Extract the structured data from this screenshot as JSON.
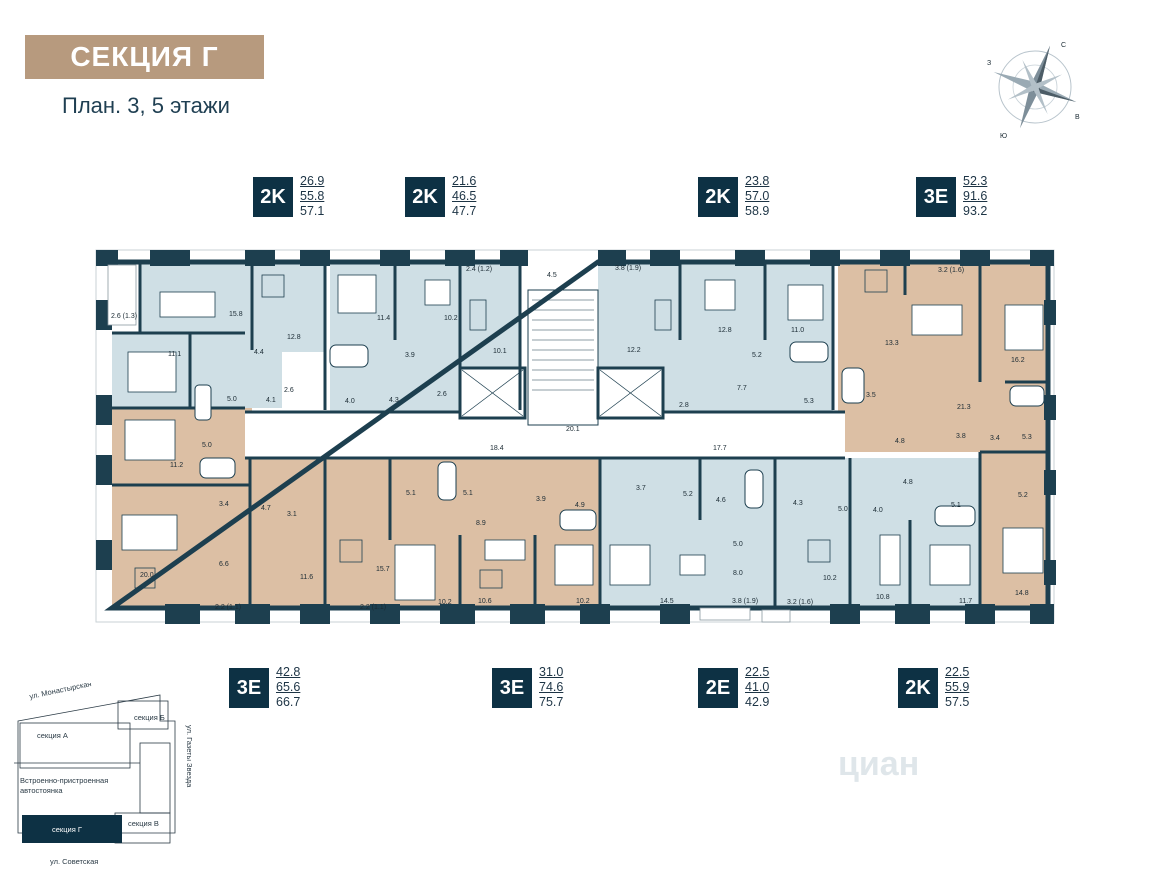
{
  "header": {
    "section_title": "СЕКЦИЯ Г",
    "plan_title": "План. 3, 5 этажи"
  },
  "apartments_top": [
    {
      "type": "2K",
      "living": "26.9",
      "total": "55.8",
      "full": "57.1"
    },
    {
      "type": "2K",
      "living": "21.6",
      "total": "46.5",
      "full": "47.7"
    },
    {
      "type": "2K",
      "living": "23.8",
      "total": "57.0",
      "full": "58.9"
    },
    {
      "type": "3E",
      "living": "52.3",
      "total": "91.6",
      "full": "93.2"
    }
  ],
  "apartments_bottom": [
    {
      "type": "3E",
      "living": "42.8",
      "total": "65.6",
      "full": "66.7"
    },
    {
      "type": "3E",
      "living": "31.0",
      "total": "74.6",
      "full": "75.7"
    },
    {
      "type": "2E",
      "living": "22.5",
      "total": "41.0",
      "full": "42.9"
    },
    {
      "type": "2K",
      "living": "22.5",
      "total": "55.9",
      "full": "57.5"
    }
  ],
  "compass": {
    "n": "С",
    "s": "Ю",
    "w": "З",
    "e": "В"
  },
  "keymap": {
    "street_top": "ул. Монастырская",
    "street_right": "ул. Газеты Звезда",
    "street_bottom": "ул. Советская",
    "section_a": "секция А",
    "section_b": "секция Б",
    "section_v": "секция В",
    "section_g": "секция Г",
    "parking_line1": "Встроенно-пристроенная",
    "parking_line2": "автостоянка"
  },
  "watermark": "циан",
  "room_labels": {
    "r1": "2.6 (1.3)",
    "r2": "15.8",
    "r3": "12.8",
    "r4": "11.4",
    "r5": "10.2",
    "r6": "2.4 (1.2)",
    "r7": "4.5",
    "r8": "3.8 (1.9)",
    "r9": "12.2",
    "r10": "12.8",
    "r11": "11.0",
    "r12": "3.2 (1.6)",
    "r13": "13.3",
    "r14": "16.2",
    "r15": "11.1",
    "r16": "5.0",
    "r17": "4.4",
    "r18": "4.1",
    "r19": "2.6",
    "r20": "3.9",
    "r21": "4.0",
    "r22": "4.3",
    "r23": "2.6",
    "r24": "10.1",
    "r25": "5.2",
    "r26": "7.7",
    "r27": "5.3",
    "r28": "3.5",
    "r29": "2.8",
    "r30": "21.3",
    "r31": "11.2",
    "r32": "5.0",
    "r33": "18.4",
    "r34": "20.1",
    "r35": "17.7",
    "r36": "4.8",
    "r37": "3.8",
    "r38": "3.4",
    "r39": "5.3",
    "r40": "3.4",
    "r41": "4.7",
    "r42": "3.1",
    "r43": "5.1",
    "r44": "5.1",
    "r45": "3.9",
    "r46": "8.9",
    "r47": "4.9",
    "r48": "3.7",
    "r49": "5.2",
    "r50": "4.6",
    "r51": "4.3",
    "r52": "4.8",
    "r53": "5.0",
    "r54": "4.0",
    "r55": "5.1",
    "r56": "5.2",
    "r57": "20.0",
    "r58": "6.6",
    "r59": "11.6",
    "r60": "15.7",
    "r61": "10.2",
    "r62": "10.6",
    "r63": "10.2",
    "r64": "14.5",
    "r65": "5.0",
    "r66": "8.0",
    "r67": "10.2",
    "r68": "10.8",
    "r69": "11.7",
    "r70": "14.8",
    "r71": "2.2 (1.1)",
    "r72": "2.2 (1.1)",
    "r73": "3.8 (1.9)",
    "r74": "3.2 (1.6)"
  }
}
